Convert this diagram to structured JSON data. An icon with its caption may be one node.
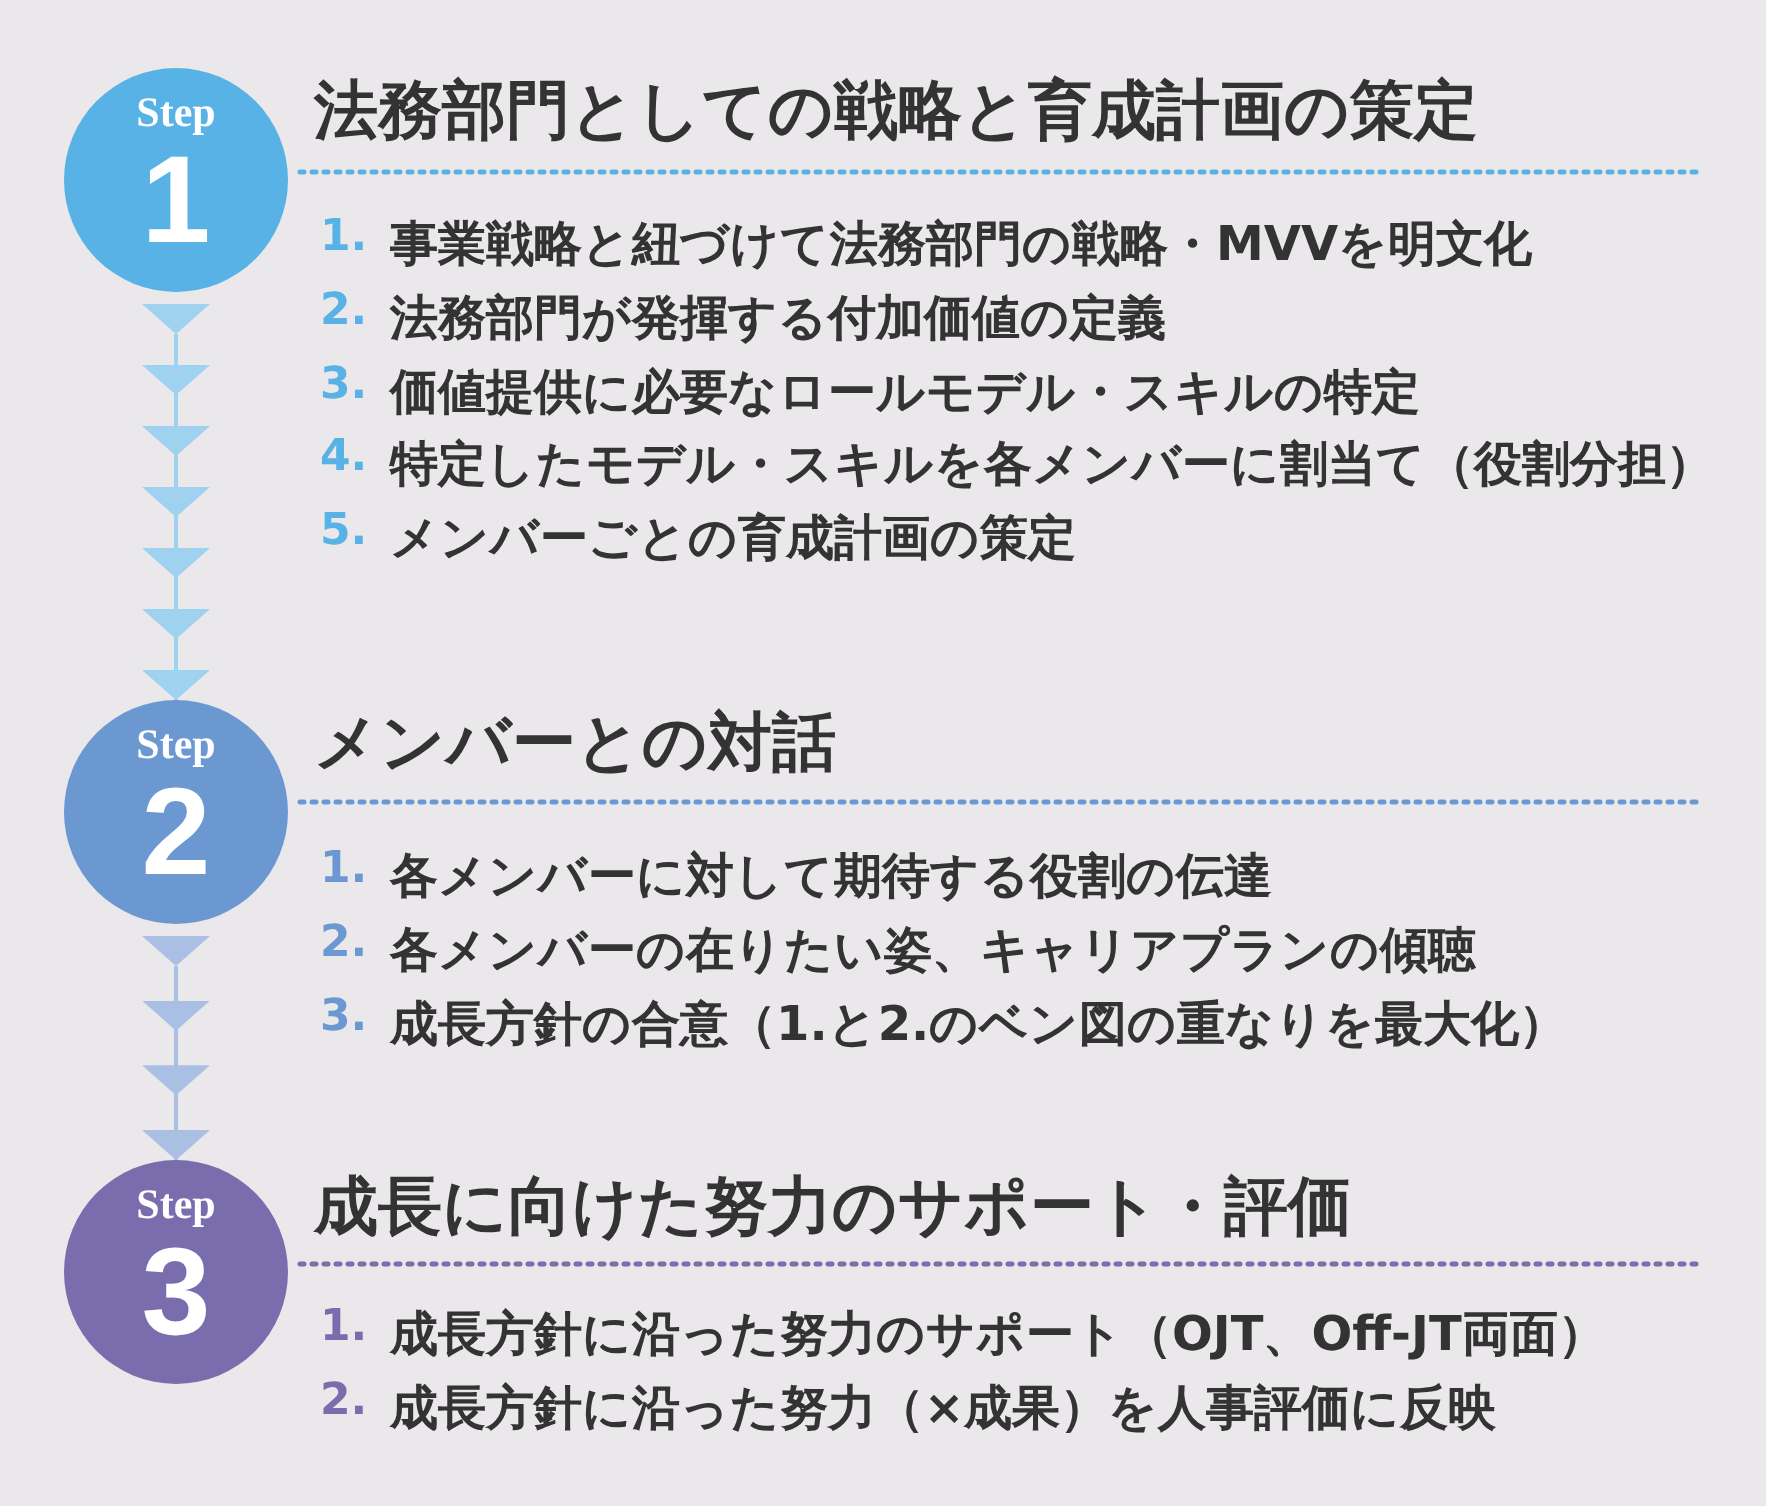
{
  "diagram": {
    "nodes": [
      {
        "text": [
          "Step",
          "1"
        ],
        "beside": [
          "法務部門としての戦略と育成計画の策定"
        ]
      },
      {
        "text": [
          "Step",
          "2"
        ],
        "beside": [
          "メンバーとの対話"
        ]
      },
      {
        "text": [
          "Step",
          "3"
        ],
        "beside": [
          "成長に向けた努力のサポート・評価"
        ]
      }
    ],
    "edges": [
      {
        "from": 0,
        "to": 1,
        "arrow": "to"
      },
      {
        "from": 1,
        "to": 2,
        "arrow": "to"
      }
    ],
    "labels": [
      "1.",
      "事業戦略と紐づけて法務部門の戦略・MVVを明文化",
      "2.",
      "法務部門が発揮する付加価値の定義",
      "3.",
      "価値提供に必要なロールモデル・スキルの特定",
      "4.",
      "特定したモデル・スキルを各メンバーに割当て（役割分担）",
      "5.",
      "メンバーごとの育成計画の策定",
      "1.",
      "各メンバーに対して期待する役割の伝達",
      "2.",
      "各メンバーの在りたい姿、キャリアプランの傾聴",
      "3.",
      "成長方針の合意（1.と2.のベン図の重なりを最大化）",
      "1.",
      "成長方針に沿った努力のサポート（OJT、Off-JT両面）",
      "2.",
      "成長方針に沿った努力（×成果）を人事評価に反映"
    ]
  }
}
